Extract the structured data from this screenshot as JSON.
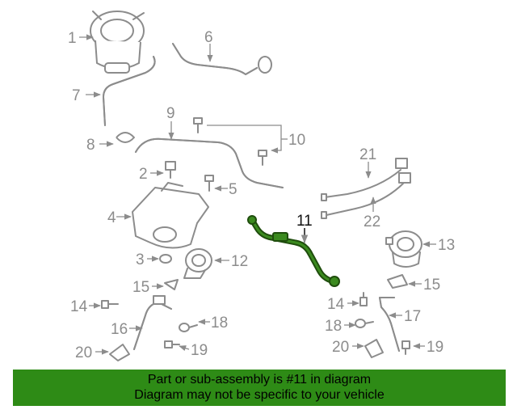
{
  "labels": {
    "p1": "1",
    "p2": "2",
    "p3": "3",
    "p4": "4",
    "p5": "5",
    "p6": "6",
    "p7": "7",
    "p8": "8",
    "p9": "9",
    "p10": "10",
    "p11": "11",
    "p12": "12",
    "p13": "13",
    "p14a": "14",
    "p14b": "14",
    "p15a": "15",
    "p15b": "15",
    "p16": "16",
    "p17": "17",
    "p18a": "18",
    "p18b": "18",
    "p19a": "19",
    "p19b": "19",
    "p20a": "20",
    "p20b": "20",
    "p21": "21",
    "p22": "22"
  },
  "highlighted_part": "11",
  "colors": {
    "highlight": "#3b8a1f",
    "banner": "#2e8b16",
    "line_art": "#8c8c8c"
  },
  "banner": {
    "line1": "Part or sub-assembly is #11 in diagram",
    "line2": "Diagram may not be specific to your vehicle"
  }
}
